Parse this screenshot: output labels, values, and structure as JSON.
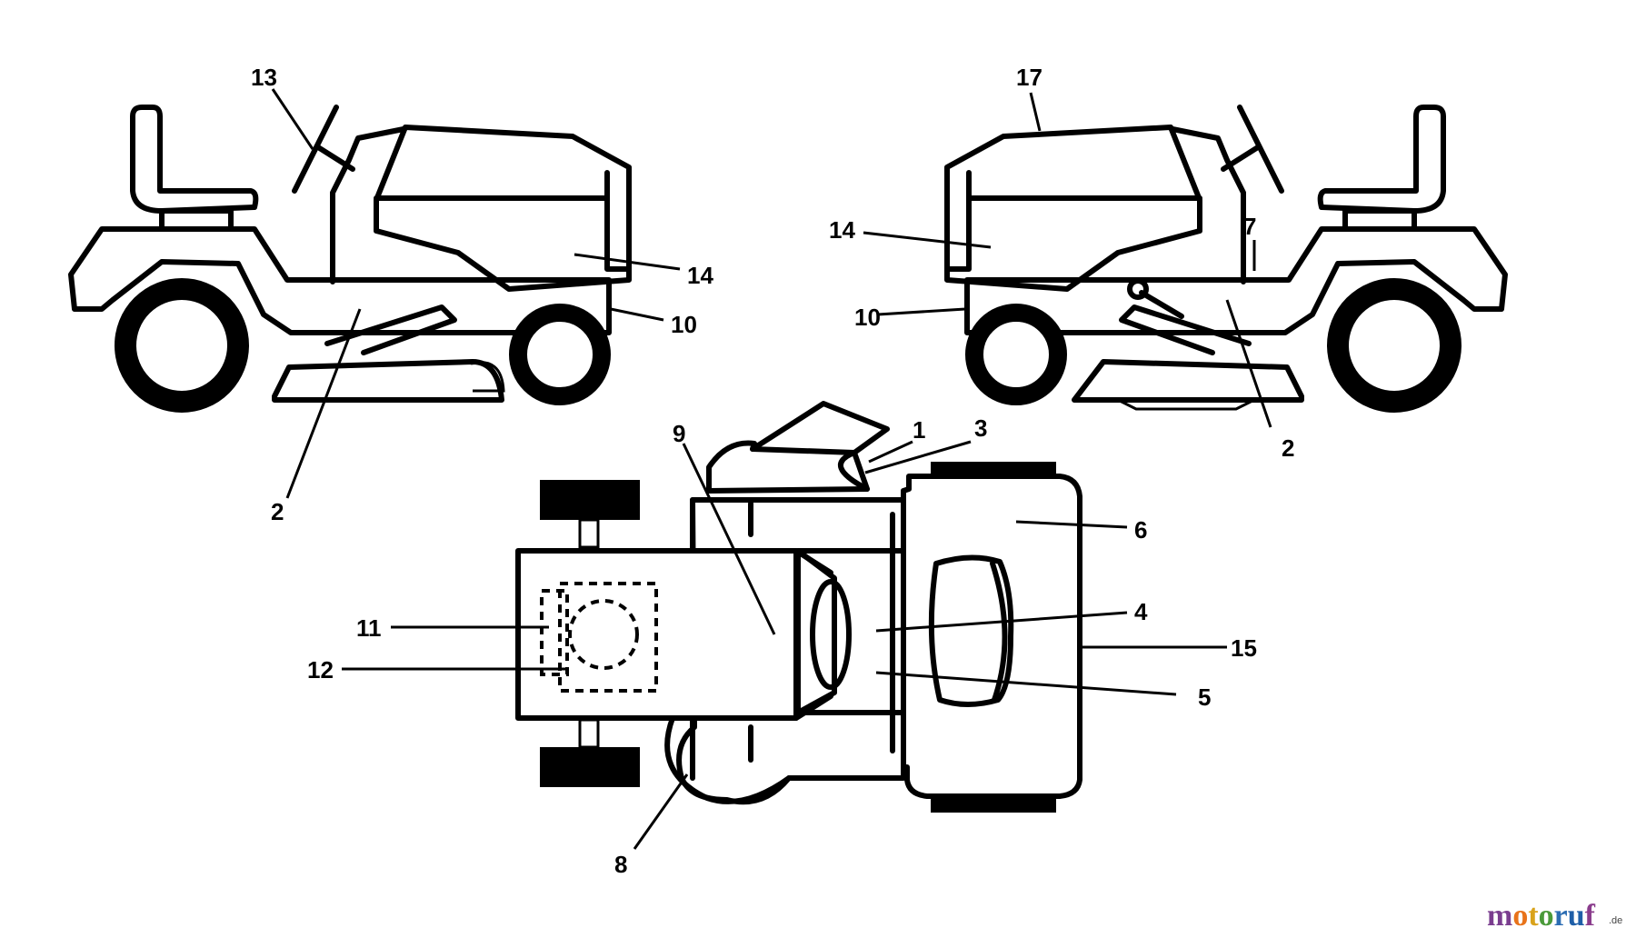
{
  "callouts": {
    "side_left": {
      "c13": "13",
      "c14": "14",
      "c10": "10",
      "c2": "2"
    },
    "side_right": {
      "c17": "17",
      "c7": "7",
      "c14": "14",
      "c10": "10",
      "c2": "2"
    },
    "top_view": {
      "c9": "9",
      "c1": "1",
      "c3": "3",
      "c6": "6",
      "c4": "4",
      "c15": "15",
      "c5": "5",
      "c11": "11",
      "c12": "12",
      "c8": "8"
    }
  },
  "watermark": {
    "parts": [
      "m",
      "o",
      "t",
      "o",
      "r",
      "u",
      "f"
    ],
    "part_colors": [
      "#7a3d8f",
      "#e8731a",
      "#d9a31b",
      "#4a9a3a",
      "#2c6db3",
      "#1f5fa8",
      "#8a3c8c"
    ],
    "suffix": ".de"
  }
}
